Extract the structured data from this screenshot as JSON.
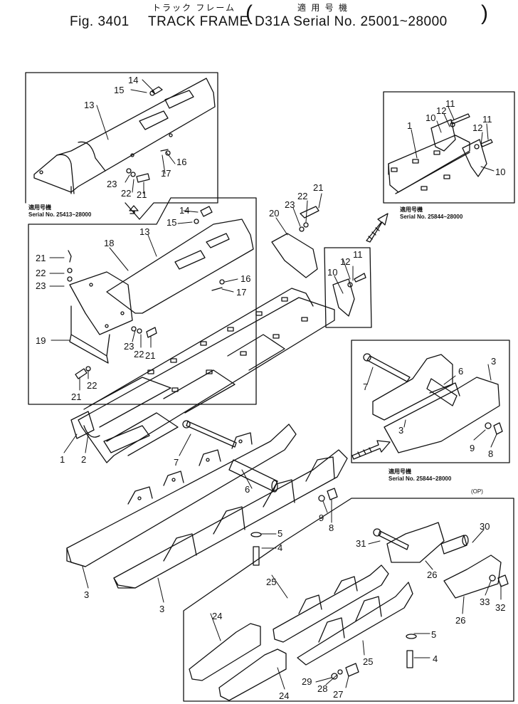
{
  "header": {
    "fig": "Fig. 3401",
    "jp_name": "トラック フレーム",
    "name": "TRACK FRAME",
    "jp_applicable": "適 用 号 機",
    "serial": "D31A Serial No. 25001~28000"
  },
  "notes": {
    "top_left": {
      "line1": "適用号機",
      "line2": "Serial No. 25413~28000"
    },
    "top_right": {
      "line1": "適用号機",
      "line2": "Serial No. 25844~28000"
    },
    "middle_right": {
      "line1": "適用号機",
      "line2": "Serial No. 25844~28000"
    },
    "op": "(OP)"
  },
  "callouts": [
    "14",
    "15",
    "13",
    "16",
    "17",
    "23",
    "22",
    "21",
    "11",
    "12",
    "10",
    "11",
    "12",
    "10",
    "1",
    "20",
    "21",
    "22",
    "23",
    "14",
    "15",
    "13",
    "18",
    "21",
    "22",
    "23",
    "16",
    "17",
    "19",
    "23",
    "22",
    "21",
    "21",
    "22",
    "12",
    "11",
    "10",
    "1",
    "2",
    "7",
    "6",
    "3",
    "7",
    "6",
    "3",
    "9",
    "8",
    "9",
    "8",
    "5",
    "4",
    "31",
    "30",
    "3",
    "3",
    "25",
    "26",
    "33",
    "32",
    "26",
    "24",
    "25",
    "5",
    "4",
    "29",
    "28",
    "27",
    "24"
  ]
}
